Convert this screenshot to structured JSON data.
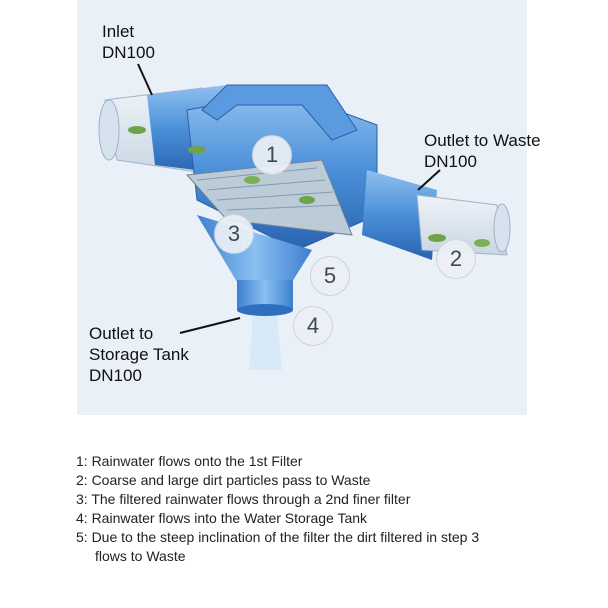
{
  "labels": {
    "inlet": "Inlet\nDN100",
    "outlet_waste": "Outlet to Waste\nDN100",
    "outlet_storage": "Outlet to\nStorage Tank\nDN100"
  },
  "badges": [
    "1",
    "2",
    "3",
    "4",
    "5"
  ],
  "legend": [
    {
      "text": "1: Rainwater flows onto the 1st Filter"
    },
    {
      "text": "2: Coarse and large dirt particles pass to Waste"
    },
    {
      "text": "3: The filtered rainwater flows through a 2nd finer filter"
    },
    {
      "text": "4: Rainwater flows into the Water Storage Tank"
    },
    {
      "text": "5: Due to the steep inclination of the filter the dirt filtered in step 3",
      "cont": "flows to Waste"
    }
  ],
  "colors": {
    "background_panel": "#e9f0f7",
    "filter_body": "#4a8fd8",
    "filter_dark": "#2f6fbf",
    "pipe_clear": "#dbe6f0"
  }
}
